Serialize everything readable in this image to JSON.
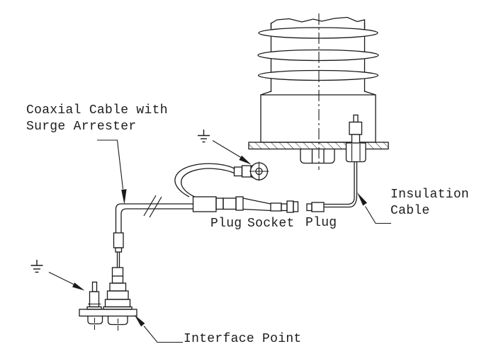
{
  "diagram": {
    "background": "#ffffff",
    "line_color": "#1a1a1a",
    "text_color": "#1c1c1c",
    "labels": {
      "coaxial_cable_line1": "Coaxial Cable with",
      "coaxial_cable_line2": "Surge Arrester",
      "plug_left": "Plug",
      "socket": "Socket",
      "plug_right": "Plug",
      "insulation_line1": "Insulation",
      "insulation_line2": "Cable",
      "interface_point": "Interface Point"
    },
    "symbols": {
      "ground_top": "earth-ground-symbol",
      "ground_bottom": "earth-ground-symbol",
      "cable_break": "cable-break-symbol",
      "centerline": "center-line-dash-dot"
    },
    "components": [
      "bushing-insulator",
      "mounting-plate",
      "hex-nut",
      "feed-through-terminal",
      "insulation-cable",
      "plug-connector",
      "socket-connector",
      "surge-arrester-body",
      "coaxial-cable",
      "jumper-cable",
      "ring-terminal",
      "interface-plate",
      "ground-terminal"
    ]
  }
}
